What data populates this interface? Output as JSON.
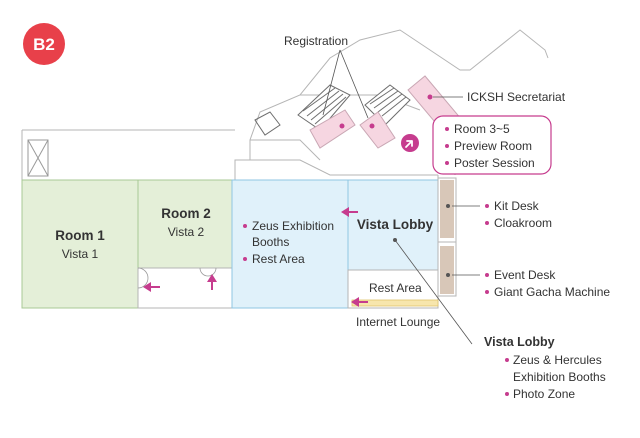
{
  "floor_badge": "B2",
  "colors": {
    "badge": "#e8404a",
    "accent": "#c63c8e",
    "room_green": "#e4efd8",
    "lobby_blue": "#e0f1fa",
    "registration_pink": "#f6d6e1",
    "internet_lounge": "#f7e6ad",
    "desk_tan": "#d8c7b8"
  },
  "labels": {
    "registration": "Registration",
    "secretariat": "ICKSH Secretariat"
  },
  "callout": {
    "items": [
      "Room 3~5",
      "Preview Room",
      "Poster Session"
    ]
  },
  "rooms": {
    "room1": {
      "name": "Room 1",
      "sub": "Vista 1"
    },
    "room2": {
      "name": "Room 2",
      "sub": "Vista 2"
    },
    "vista_lobby": {
      "name": "Vista Lobby"
    }
  },
  "zeus_area": {
    "items": [
      "Zeus Exhibition",
      "Booths",
      "Rest Area"
    ]
  },
  "rest_area": "Rest Area",
  "internet_lounge": "Internet Lounge",
  "right_desks": {
    "upper": [
      "Kit Desk",
      "Cloakroom"
    ],
    "lower": [
      "Event Desk",
      "Giant Gacha Machine"
    ]
  },
  "vista_lobby_info": {
    "title": "Vista Lobby",
    "items": [
      "Zeus & Hercules",
      "Exhibition Booths",
      "Photo Zone"
    ]
  },
  "icons": {
    "direction_arrows": "arrow-icon",
    "doors": "door-icon",
    "stairs": "stairs-icon",
    "elevator": "elevator-icon"
  }
}
